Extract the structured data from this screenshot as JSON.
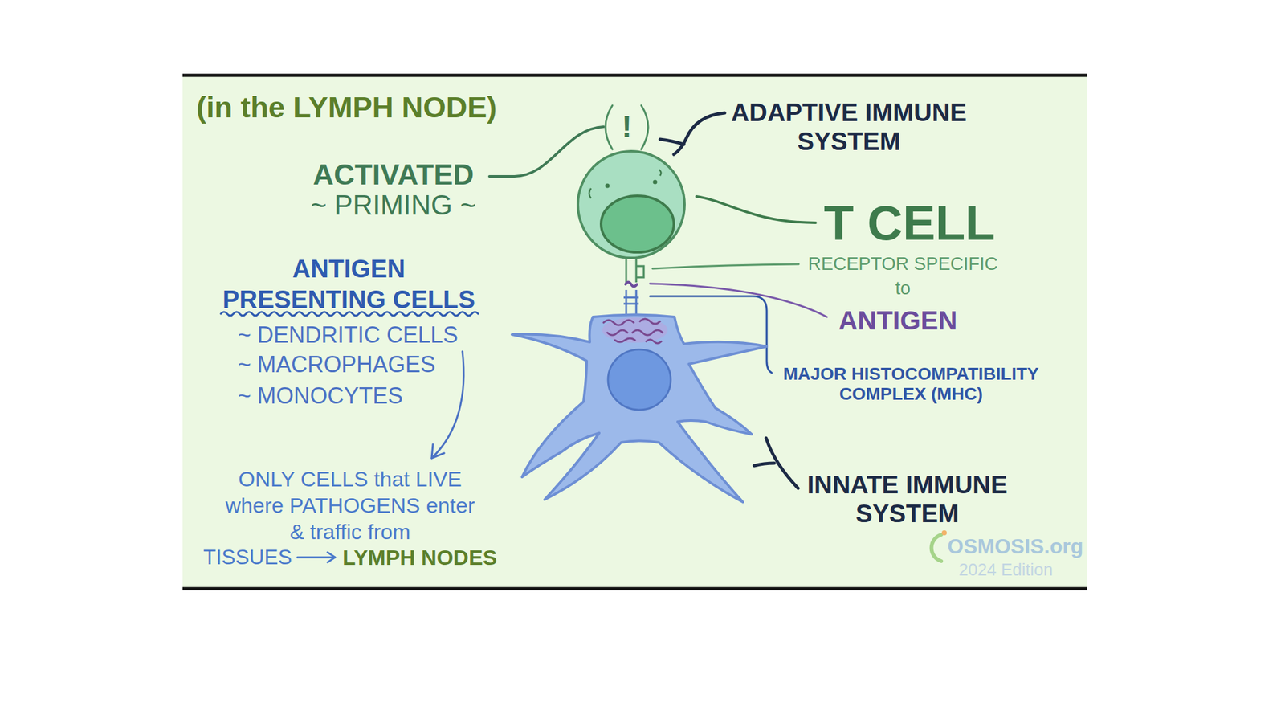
{
  "diagram": {
    "title": "(in the LYMPH NODE)",
    "labels": [
      "!",
      "ACTIVATED",
      "~ PRIMING ~",
      "ADAPTIVE IMMUNE SYSTEM",
      "T CELL",
      "RECEPTOR SPECIFIC to",
      "ANTIGEN",
      "MAJOR HISTOCOMPATIBILITY COMPLEX (MHC)",
      "INNATE IMMUNE SYSTEM",
      "ANTIGEN PRESENTING CELLS",
      "~ DENDRITIC CELLS",
      "~ MACROPHAGES",
      "~ MONOCYTES",
      "ONLY CELLS that LIVE where PATHOGENS enter & traffic from",
      "TISSUES",
      "LYMPH NODES",
      "OSMOSIS.org",
      "2024 Edition"
    ]
  }
}
